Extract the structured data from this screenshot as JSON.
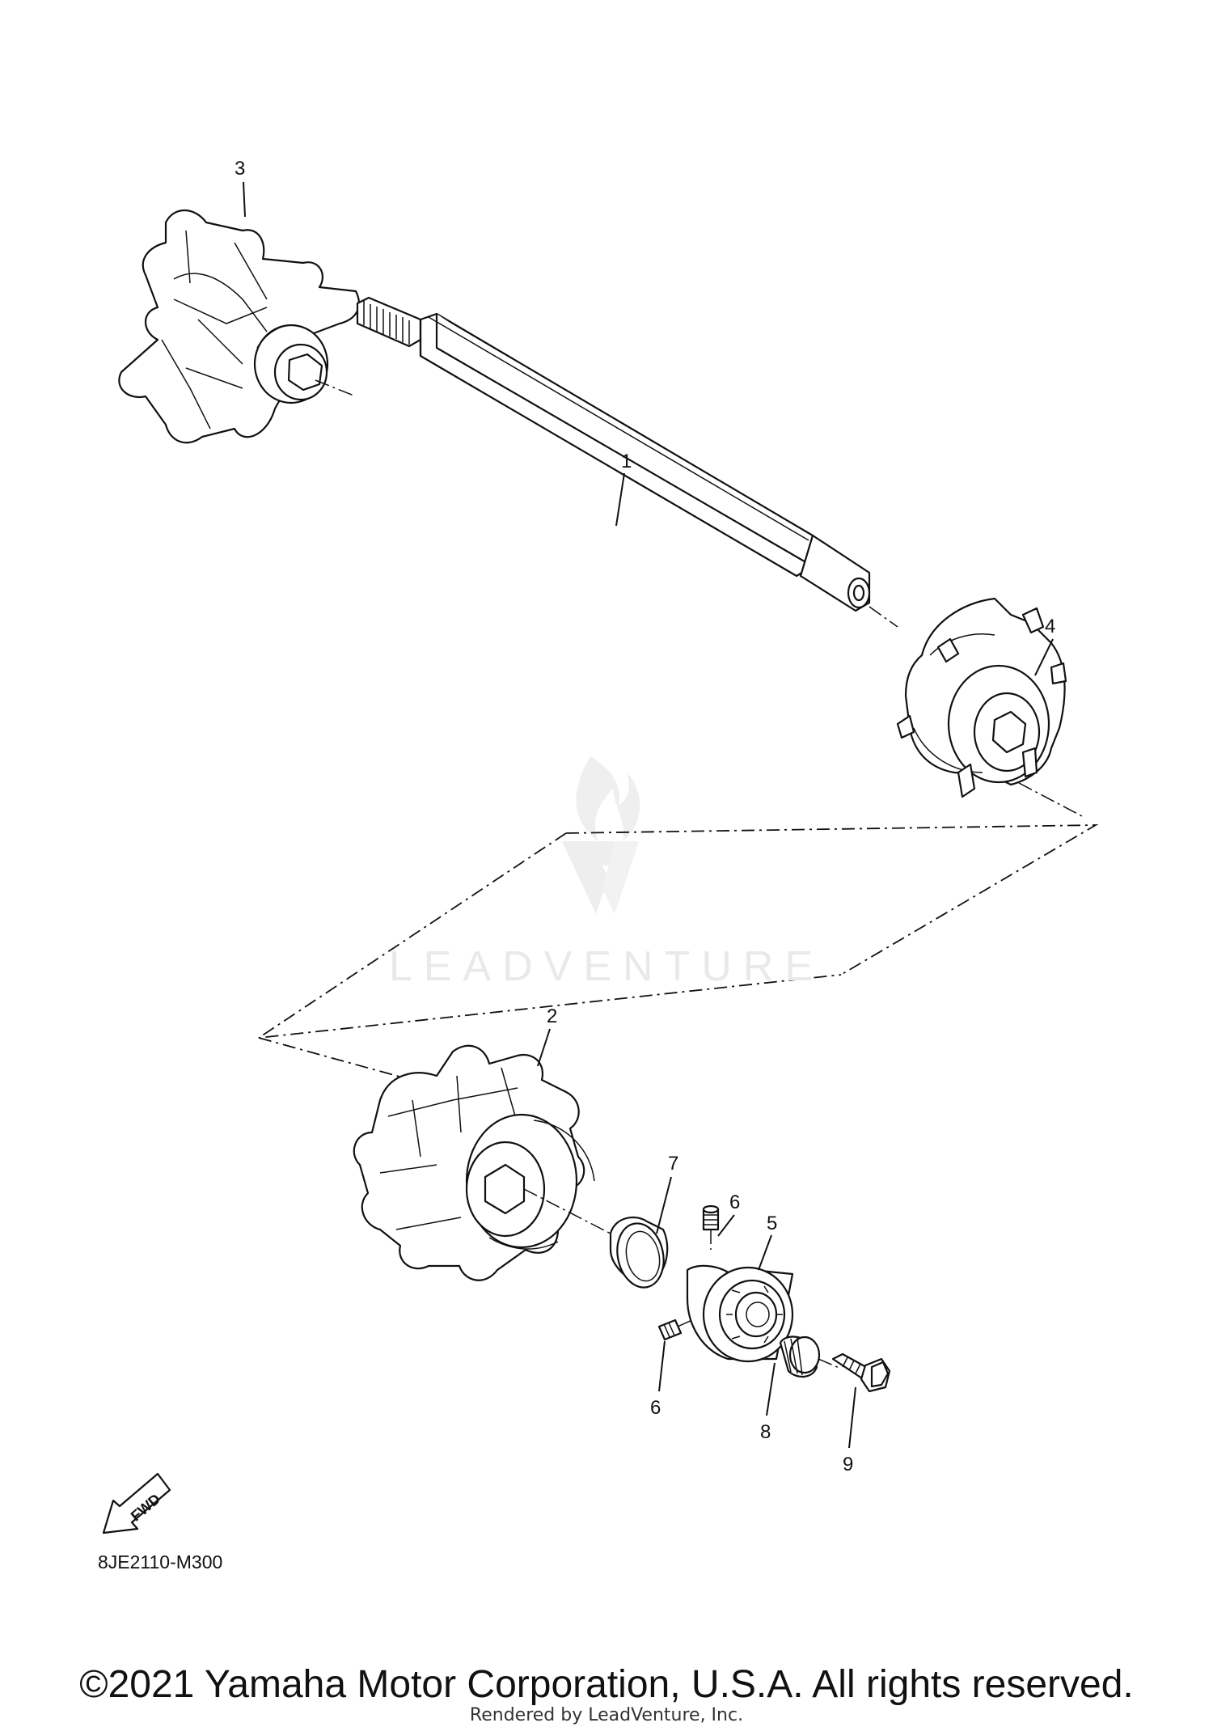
{
  "diagram": {
    "code": "8JE2110-M300",
    "fwd_label": "FWD",
    "callouts": {
      "shaft": "1",
      "sprocket_lower": "2",
      "sprocket_upper_left": "3",
      "sprocket_upper_right": "4",
      "bearing": "5",
      "set_screw_top": "6",
      "set_screw_bottom": "6",
      "clip": "7",
      "collar": "8",
      "bolt": "9"
    }
  },
  "watermark": {
    "text": "LEADVENTURE"
  },
  "footer": {
    "copyright": "©2021 Yamaha Motor Corporation, U.S.A. All rights reserved.",
    "rendered_by": "Rendered by LeadVenture, Inc."
  }
}
